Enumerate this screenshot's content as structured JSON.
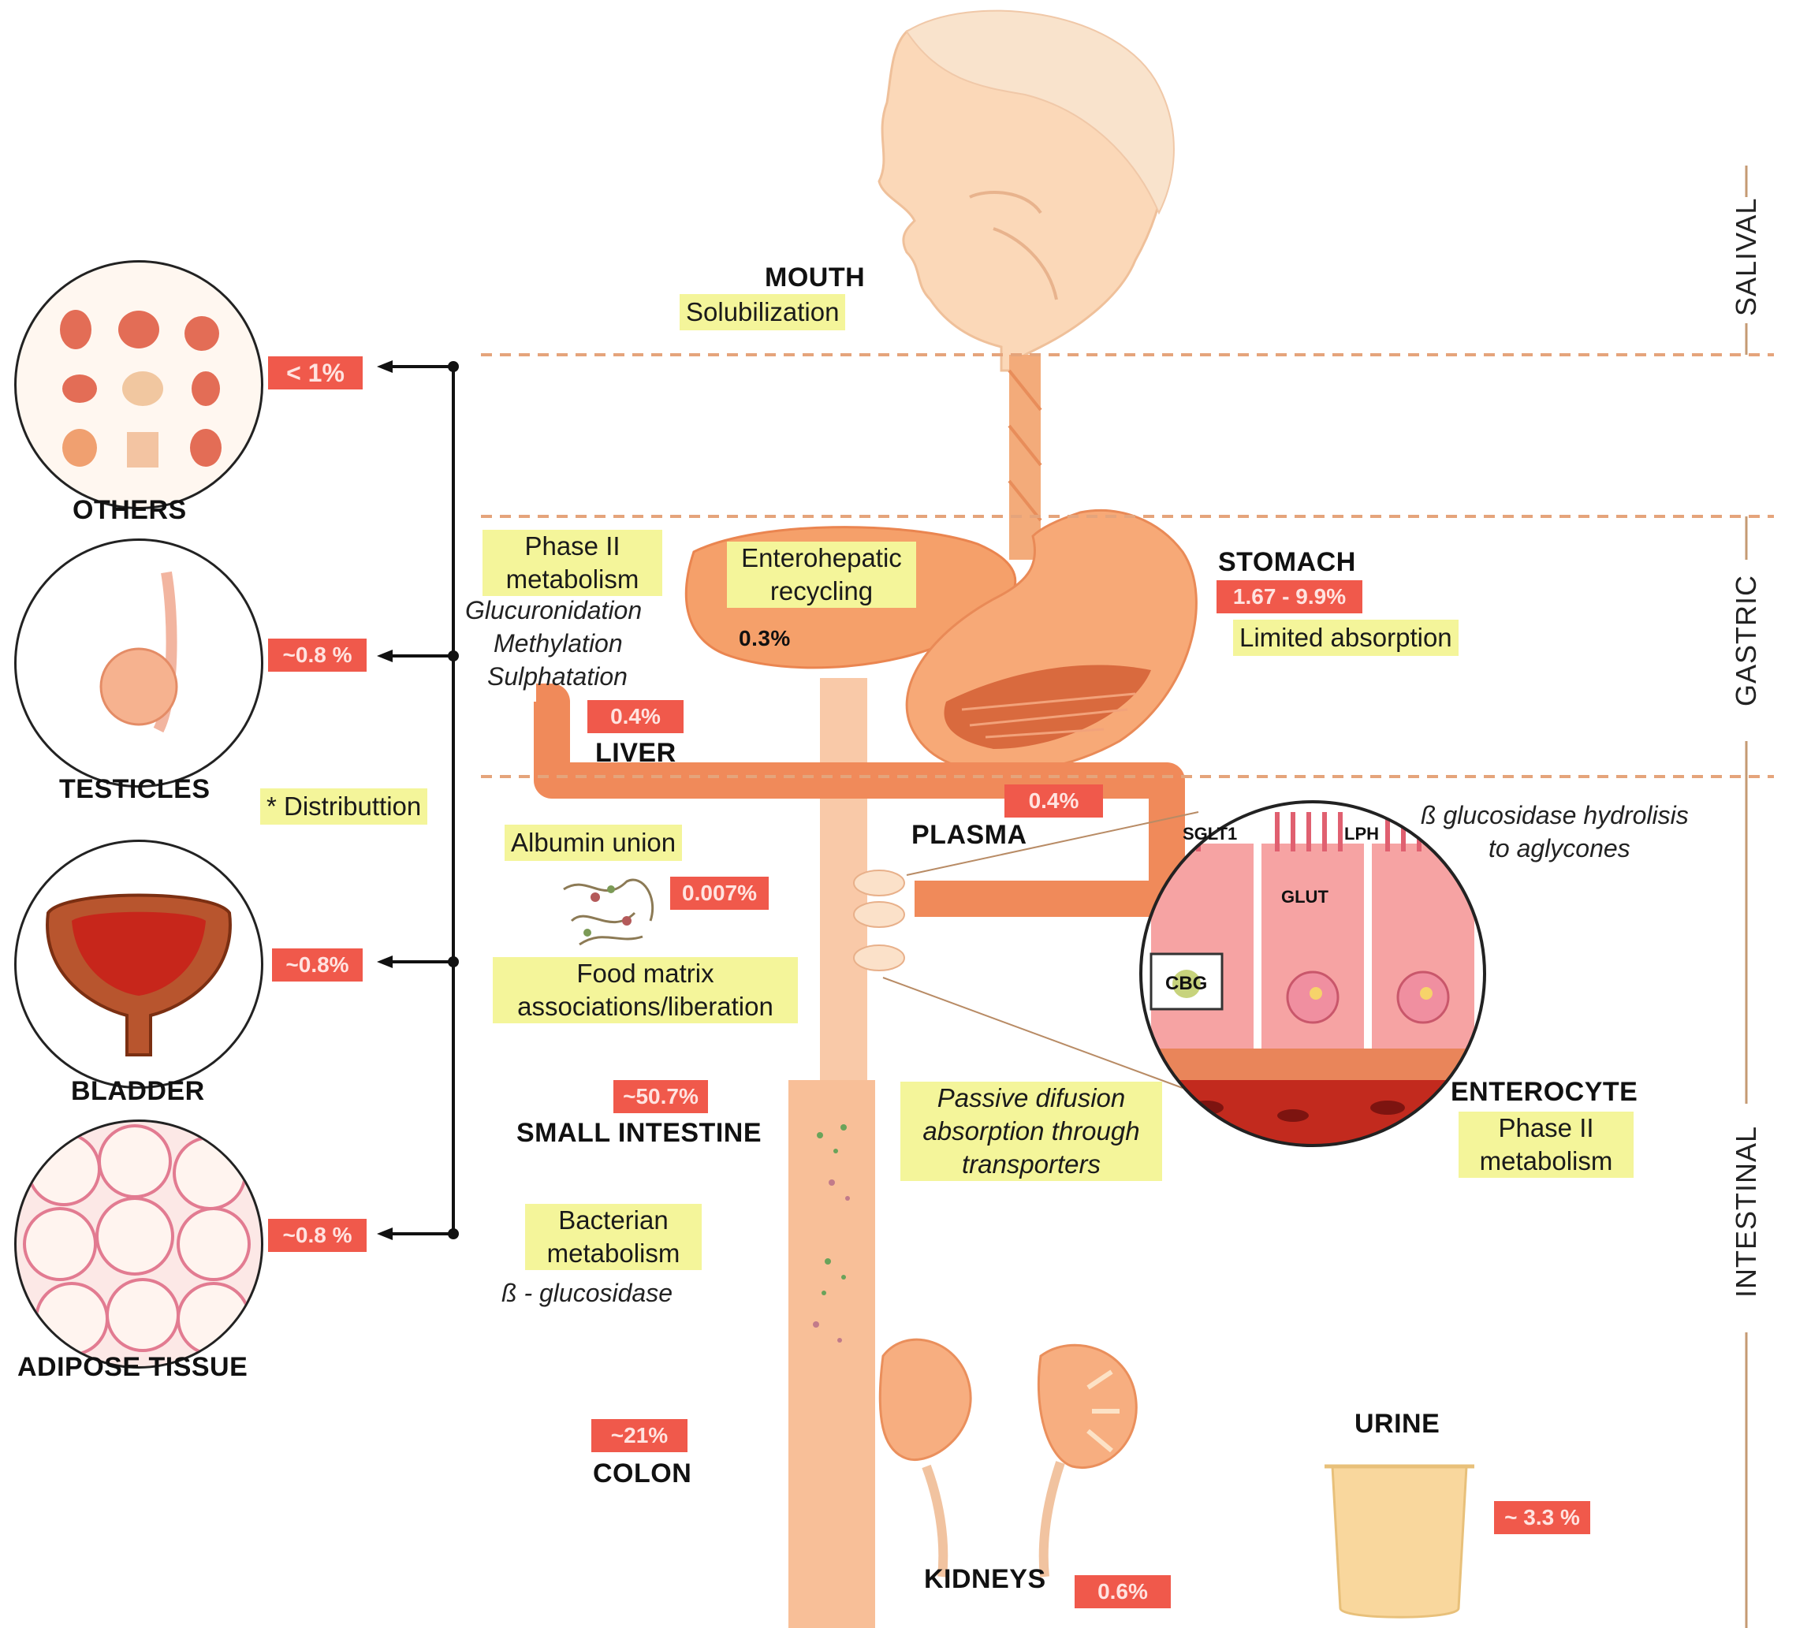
{
  "sections": {
    "salival": "SALIVAL",
    "gastric": "GASTRIC",
    "intestinal": "INTESTINAL"
  },
  "mouth": {
    "label": "MOUTH",
    "note": "Solubilization"
  },
  "stomach": {
    "label": "STOMACH",
    "pct": "1.67 - 9.9%",
    "note": "Limited absorption"
  },
  "liver": {
    "label": "LIVER",
    "pct": "0.4%",
    "phase_title_1": "Phase II",
    "phase_title_2": "metabolism",
    "methods": [
      "Glucuronidation",
      "Methylation",
      "Sulphatation"
    ],
    "enterohepatic_1": "Enterohepatic",
    "enterohepatic_2": "recycling",
    "enterohepatic_pct": "0.3%"
  },
  "plasma": {
    "label": "PLASMA",
    "pct": "0.4%"
  },
  "albumin": {
    "note": "Albumin union",
    "pct": "0.007%"
  },
  "food_matrix": {
    "line1": "Food matrix",
    "line2": "associations/liberation"
  },
  "small_intestine": {
    "label": "SMALL INTESTINE",
    "pct": "~50.7%"
  },
  "passive": {
    "line1": "Passive difusion",
    "line2": "absorption through",
    "line3": "transporters"
  },
  "bacterian": {
    "line1": "Bacterian",
    "line2": "metabolism",
    "enzyme": "ß - glucosidase"
  },
  "colon": {
    "label": "COLON",
    "pct": "~21%"
  },
  "kidneys": {
    "label": "KIDNEYS",
    "pct": "0.6%"
  },
  "urine": {
    "label": "URINE",
    "pct": "~ 3.3 %"
  },
  "enterocyte": {
    "label": "ENTEROCYTE",
    "phase_1": "Phase II",
    "phase_2": "metabolism",
    "hydrolysis_1": "ß glucosidase hydrolisis",
    "hydrolysis_2": "to aglycones",
    "sglt1": "SGLT1",
    "lph": "LPH",
    "glut": "GLUT",
    "cbg": "CBG"
  },
  "distribution": {
    "note": "* Distributtion",
    "tissues": [
      {
        "name": "OTHERS",
        "pct": "< 1%"
      },
      {
        "name": "TESTICLES",
        "pct": "~0.8 %"
      },
      {
        "name": "BLADDER",
        "pct": "~0.8%"
      },
      {
        "name": "ADIPOSE TISSUE",
        "pct": "~0.8 %"
      }
    ]
  },
  "colors": {
    "highlight": "#f4f59a",
    "badge": "#f0594b",
    "organ": "#f3a06c",
    "vessel": "#f08a5a"
  }
}
